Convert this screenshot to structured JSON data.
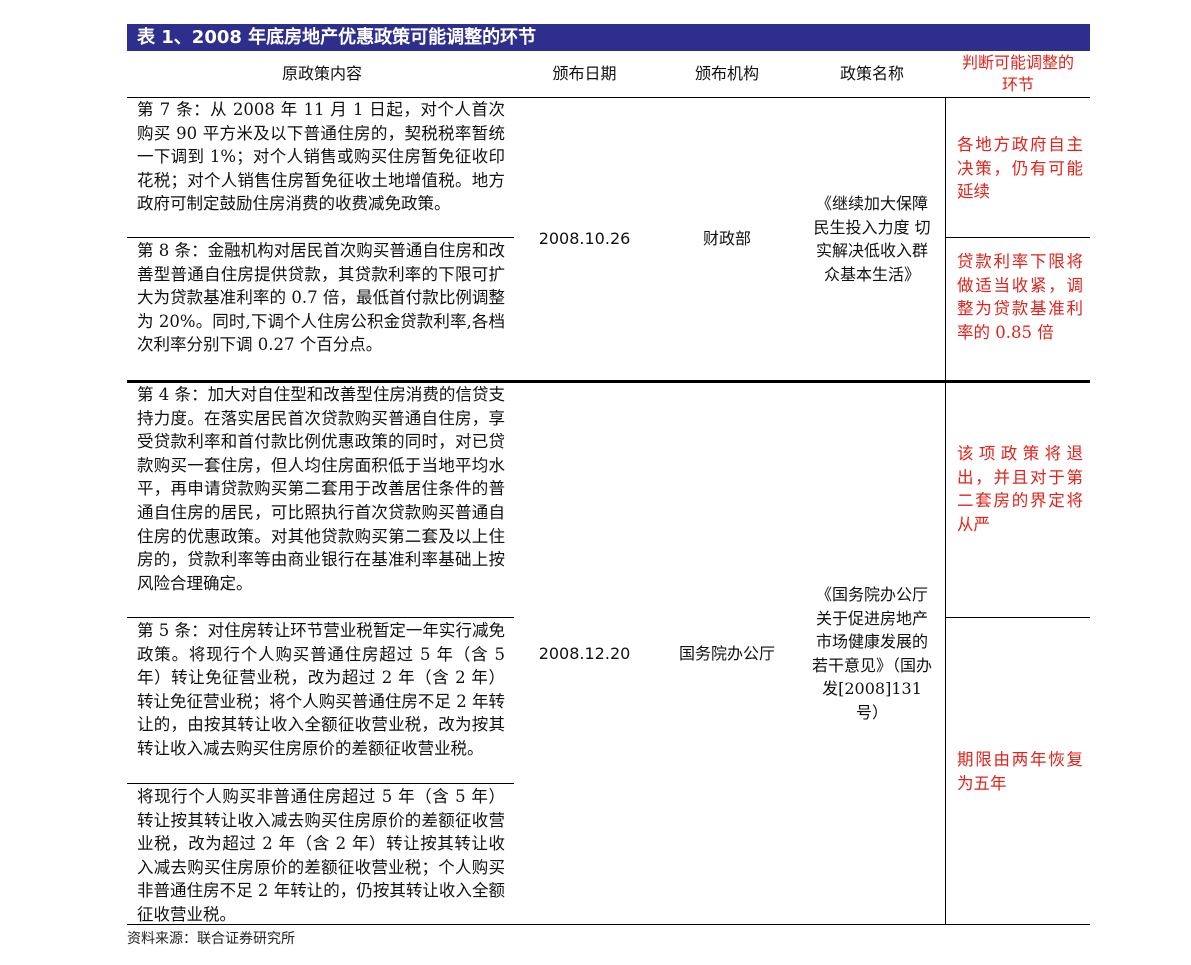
{
  "title": "表 1、2008 年底房地产优惠政策可能调整的环节",
  "headers": {
    "content": "原政策内容",
    "date": "颁布日期",
    "agency": "颁布机构",
    "policy": "政策名称",
    "adjust": "判断可能调整的环节"
  },
  "group1": {
    "date": "2008.10.26",
    "agency": "财政部",
    "policy": "《继续加大保障民生投入力度 切实解决低收入群众基本生活》",
    "rows": [
      {
        "content": "第 7 条：从 2008 年 11 月 1 日起，对个人首次购买 90 平方米及以下普通住房的，契税税率暂统一下调到 1%；对个人销售或购买住房暂免征收印花税；对个人销售住房暂免征收土地增值税。地方政府可制定鼓励住房消费的收费减免政策。",
        "adjust": "各地方政府自主决策，仍有可能延续"
      },
      {
        "content": "第 8 条：金融机构对居民首次购买普通自住房和改善型普通自住房提供贷款，其贷款利率的下限可扩大为贷款基准利率的 0.7 倍，最低首付款比例调整为 20%。同时,下调个人住房公积金贷款利率,各档次利率分别下调 0.27 个百分点。",
        "adjust": "贷款利率下限将做适当收紧，调整为贷款基准利率的 0.85 倍"
      }
    ]
  },
  "group2": {
    "date": "2008.12.20",
    "agency": "国务院办公厅",
    "policy": "《国务院办公厅关于促进房地产市场健康发展的若干意见》（国办发[2008]131 号）",
    "rows": [
      {
        "content": "第 4 条：加大对自住型和改善型住房消费的信贷支持力度。在落实居民首次贷款购买普通自住房，享受贷款利率和首付款比例优惠政策的同时，对已贷款购买一套住房，但人均住房面积低于当地平均水平，再申请贷款购买第二套用于改善居住条件的普通自住房的居民，可比照执行首次贷款购买普通自住房的优惠政策。对其他贷款购买第二套及以上住房的，贷款利率等由商业银行在基准利率基础上按风险合理确定。",
        "adjust": "该项政策将退出，并且对于第二套房的界定将从严"
      },
      {
        "content": "第 5 条：对住房转让环节营业税暂定一年实行减免政策。将现行个人购买普通住房超过 5 年（含 5 年）转让免征营业税，改为超过 2 年（含 2 年）转让免征营业税；将个人购买普通住房不足 2 年转让的，由按其转让收入全额征收营业税，改为按其转让收入减去购买住房原价的差额征收营业税。",
        "adjust": "期限由两年恢复为五年"
      },
      {
        "content": "将现行个人购买非普通住房超过 5 年（含 5 年）转让按其转让收入减去购买住房原价的差额征收营业税，改为超过 2 年（含 2 年）转让按其转让收入减去购买住房原价的差额征收营业税；个人购买非普通住房不足 2 年转让的，仍按其转让收入全额征收营业税。"
      }
    ]
  },
  "source": "资料来源：联合证券研究所"
}
